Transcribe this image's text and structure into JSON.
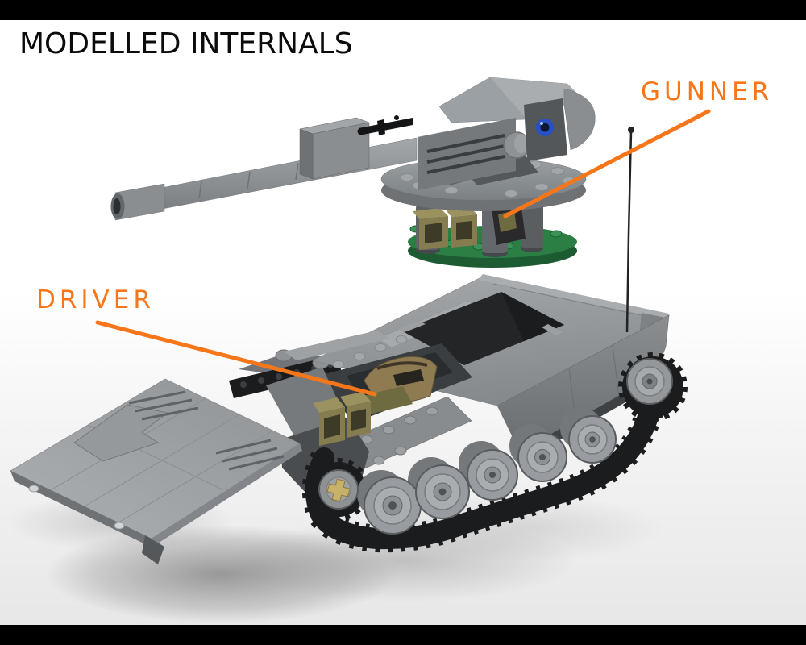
{
  "title": {
    "text": "MODELLED INTERNALS"
  },
  "annotations": {
    "gunner": {
      "label": "GUNNER"
    },
    "driver": {
      "label": "DRIVER"
    }
  },
  "colors": {
    "accent": "#F8761A",
    "letterbox": "#000000",
    "title_text": "#0B0B0B",
    "base_green": "#2B7F45",
    "base_green_dark": "#1D5C32",
    "optic_blue": "#2750C8",
    "ammo_olive": "#857D4F",
    "ammo_olive_top": "#9C9260",
    "ammo_slot": "#3E3A28",
    "crew_tan": "#8F7B52",
    "crew_olive": "#6F6B41",
    "track_black": "#1B1C1E",
    "hull_gray": "#8A8E91",
    "hull_gray_light": "#A6AAAD",
    "hull_gray_dark": "#5D6164",
    "wheel_gray": "#989CA0",
    "sprocket_gold": "#C8B169"
  }
}
